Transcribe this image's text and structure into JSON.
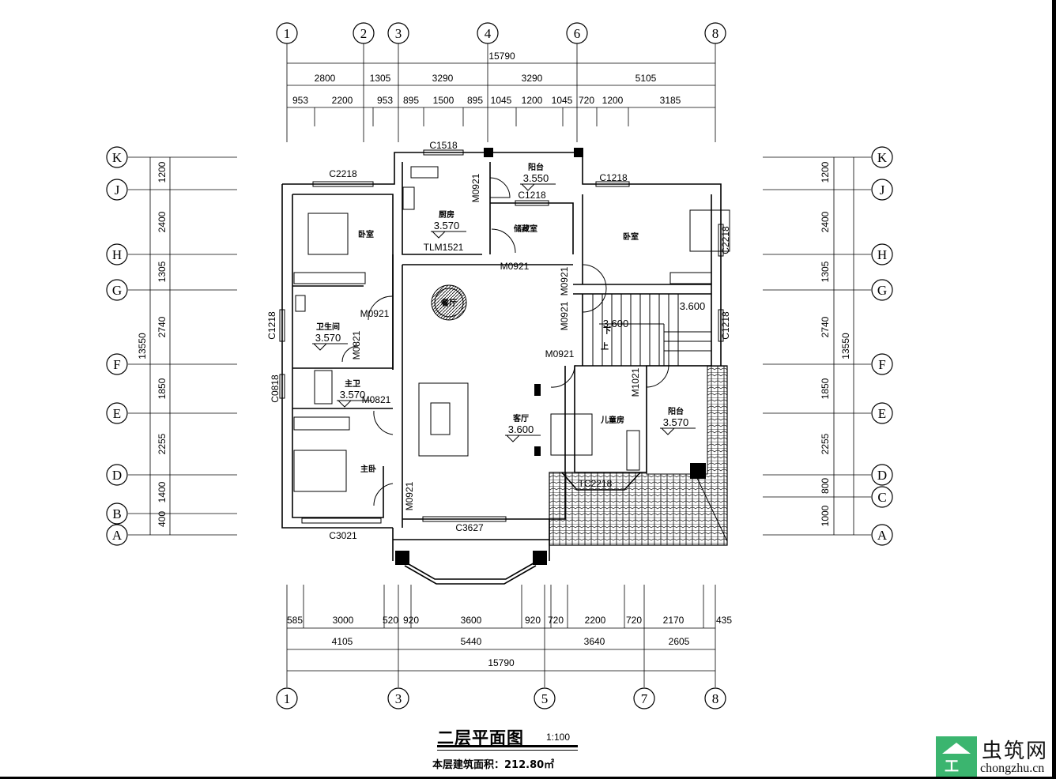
{
  "drawing": {
    "title": "二层平面图",
    "scale": "1:100",
    "area_label": "本层建筑面积：212.80㎡",
    "watermark": {
      "name": "虫筑网",
      "url": "chongzhu.cn",
      "brand_color": "#3bb56f"
    }
  },
  "axes": {
    "top": [
      "1",
      "2",
      "3",
      "4",
      "6",
      "8"
    ],
    "bottom": [
      "1",
      "3",
      "5",
      "7",
      "8"
    ],
    "left": [
      "K",
      "J",
      "H",
      "G",
      "F",
      "E",
      "D",
      "B",
      "A"
    ],
    "right": [
      "K",
      "J",
      "H",
      "G",
      "F",
      "E",
      "D",
      "C",
      "A"
    ]
  },
  "dimensions": {
    "top_total": "15790",
    "top_row2": [
      "2800",
      "1305",
      "3290",
      "3290",
      "5105"
    ],
    "top_row3": [
      "953",
      "2200",
      "953",
      "895",
      "1500",
      "895",
      "1045",
      "1200",
      "1045",
      "720",
      "1200",
      "3185"
    ],
    "bottom_row1": [
      "585",
      "3000",
      "520",
      "920",
      "3600",
      "920",
      "720",
      "2200",
      "720",
      "2170",
      "435"
    ],
    "bottom_row2": [
      "4105",
      "5440",
      "3640",
      "2605"
    ],
    "bottom_total": "15790",
    "left": [
      "1200",
      "2400",
      "1305",
      "2740",
      "1850",
      "2255",
      "1400",
      "400"
    ],
    "left_total": "13550",
    "right": [
      "1200",
      "2400",
      "1305",
      "2740",
      "1850",
      "2255",
      "800",
      "1000"
    ],
    "right_total": "13550"
  },
  "rooms": [
    {
      "name": "卧室"
    },
    {
      "name": "厨房",
      "elevation": "3.570"
    },
    {
      "name": "阳台",
      "elevation": "3.550"
    },
    {
      "name": "储藏室"
    },
    {
      "name": "卧室"
    },
    {
      "name": "卫生间",
      "elevation": "3.570"
    },
    {
      "name": "主卫",
      "elevation": "3.570"
    },
    {
      "name": "主卧"
    },
    {
      "name": "客厅",
      "elevation": "3.600"
    },
    {
      "name": "儿童房"
    },
    {
      "name": "阳台",
      "elevation": "3.570"
    },
    {
      "name": "餐厅"
    }
  ],
  "stair": {
    "down": "下",
    "up": "上",
    "elev_upper": "3.600",
    "elev_lower": "3.600"
  },
  "openings": [
    "C1518",
    "C2218",
    "C1218",
    "C1218",
    "M0921",
    "TLM1521",
    "M0921",
    "M0921",
    "M0921",
    "M0921",
    "C2218",
    "C1218",
    "C1218",
    "M0921",
    "M0821",
    "C0818",
    "M0821",
    "M1021",
    "TC2218",
    "M0921",
    "C3021",
    "C3627"
  ]
}
